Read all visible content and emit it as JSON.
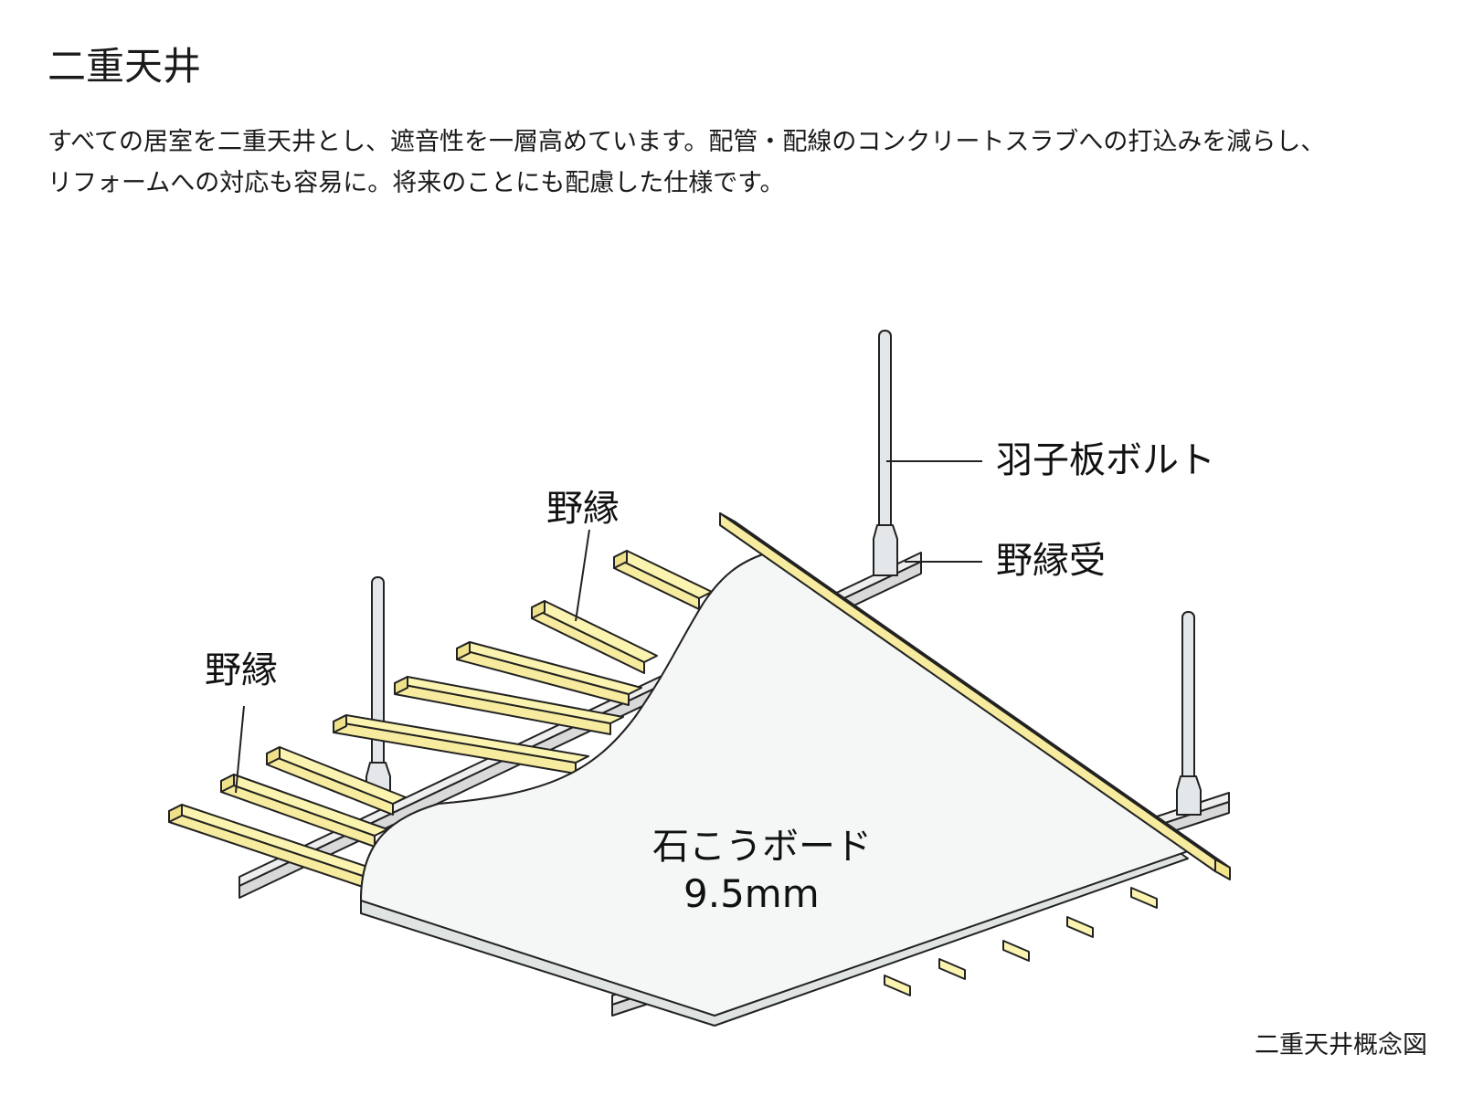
{
  "title": "二重天井",
  "description": [
    "すべての居室を二重天井とし、遮音性を一層高めています。配管・配線のコンクリートスラブへの打込みを減らし、",
    "リフォームへの対応も容易に。将来のことにも配慮した仕様です。"
  ],
  "labels": {
    "bolt": "羽子板ボルト",
    "receiver": "野縁受",
    "furring_left": "野縁",
    "furring_top": "野縁",
    "board_name": "石こうボード",
    "board_thickness": "9.5mm"
  },
  "caption": "二重天井概念図",
  "colors": {
    "furring": "#fbf4b0",
    "receiver": "#eeeeee",
    "bolt": "#e4e7ea",
    "board": "#f4f7f6",
    "line": "#222222"
  }
}
